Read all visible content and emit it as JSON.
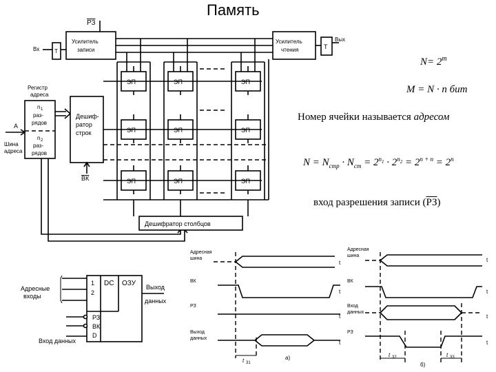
{
  "title": "Память",
  "colors": {
    "ink": "#000000",
    "background": "#ffffff"
  },
  "formulas": {
    "n_eq": "N= 2",
    "n_eq_exp": "m",
    "m_eq": "M = N · n бит",
    "address_note": "Номер ячейки называется",
    "address_word": "адресом",
    "big_lhs": "N = N",
    "big_str": "стр",
    "big_dot": " · N",
    "big_st": "ст",
    "big_rhs1": " = 2",
    "big_n1": "n",
    "big_n1sub": "1",
    "big_dot2": " · 2",
    "big_n2": "n",
    "big_n2sub": "2",
    "big_rhs2": " = 2",
    "big_exp_sum": "n + n",
    "big_rhs3": " = 2",
    "big_n": "n",
    "write_enable": "вход разрешения записи (",
    "write_enable_sym": "РЗ",
    "write_enable_close": ")"
  },
  "circuit": {
    "rz_top": "РЗ",
    "write_amp": [
      "Усилитель",
      "записи"
    ],
    "read_amp": [
      "Усилитель",
      "чтения"
    ],
    "input_label": "Вх",
    "output_label": "Вых",
    "t_box": "Т",
    "cell": "ЭП",
    "addr_register": [
      "Регистр",
      "адреса"
    ],
    "n1_label": [
      "n",
      "раз-",
      "рядов"
    ],
    "n1_sub": "1",
    "n2_label": [
      "n",
      "раз-",
      "рядов"
    ],
    "n2_sub": "2",
    "a_label": "А",
    "bus_label": [
      "Шина",
      "адреса"
    ],
    "row_decoder": [
      "Дешиф-",
      "ратор",
      "строк"
    ],
    "vk_label": "ВК",
    "col_decoder": "Дешифратор столбцов"
  },
  "symbol": {
    "address_inputs": [
      "Адресные",
      "входы"
    ],
    "pin1": "1",
    "pin2": "2",
    "dc": "DC",
    "ozu": "ОЗУ",
    "rz": "РЗ",
    "vk": "ВК",
    "d": "D",
    "data_out": [
      "Выход",
      "данных"
    ],
    "data_in": "Вход данных"
  },
  "timing_a": {
    "signals": [
      [
        "Адресная",
        "шина"
      ],
      [
        "ВК"
      ],
      [
        "РЗ"
      ],
      [
        "Выход",
        "данных"
      ]
    ],
    "t": "t",
    "tau": "t",
    "tau_sub": "31",
    "letter": "а)"
  },
  "timing_b": {
    "signals": [
      [
        "Адресная",
        "шина"
      ],
      [
        "ВК"
      ],
      [
        "Вход",
        "данных"
      ],
      [
        "РЗ"
      ]
    ],
    "t": "t",
    "tau1": "t",
    "tau1_sub": "32",
    "tau2": "t",
    "tau2_sub": "33",
    "letter": "б)"
  }
}
